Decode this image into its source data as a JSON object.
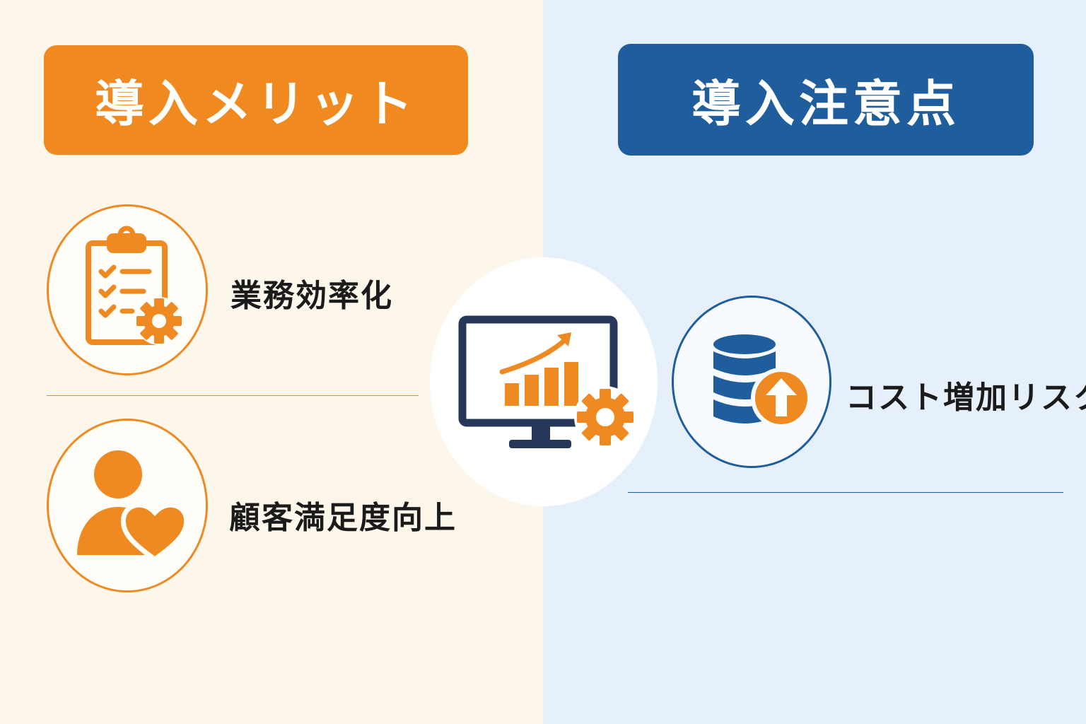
{
  "left": {
    "title": "導入メリット",
    "items": [
      {
        "label": "業務効率化",
        "icon": "clipboard-checklist-gear-icon"
      },
      {
        "label": "顧客満足度向上",
        "icon": "person-heart-icon"
      }
    ]
  },
  "right": {
    "title": "導入注意点",
    "items": [
      {
        "label": "コスト増加リスク",
        "icon": "database-arrow-up-icon"
      }
    ]
  },
  "center": {
    "icon": "monitor-chart-gear-icon"
  },
  "colors": {
    "orange": "#f0891f",
    "blue": "#1f5d9c",
    "navy": "#25385a",
    "left_bg": "#fdf6ea",
    "right_bg": "#e6f0fb"
  }
}
